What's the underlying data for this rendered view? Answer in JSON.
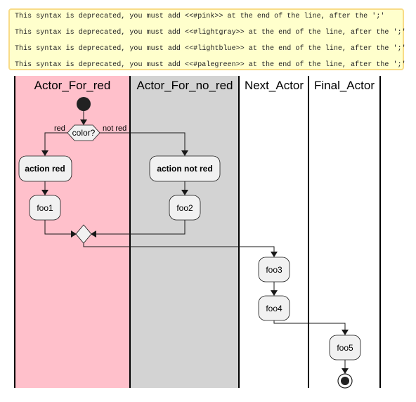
{
  "warnings": [
    "This syntax is deprecated, you must add <<#pink>> at the end of the line, after the ';'",
    "This syntax is deprecated, you must add <<#lightgray>> at the end of the line, after the ';'",
    "This syntax is deprecated, you must add <<#lightblue>> at the end of the line, after the ';'",
    "This syntax is deprecated, you must add <<#palegreen>> at the end of the line, after the ';'"
  ],
  "lanes": [
    {
      "title": "Actor_For_red",
      "color": "#ffc0cb"
    },
    {
      "title": "Actor_For_no_red",
      "color": "#d3d3d3"
    },
    {
      "title": "Next_Actor",
      "color": "#ffffff"
    },
    {
      "title": "Final_Actor",
      "color": "#ffffff"
    }
  ],
  "decision": {
    "label": "color?",
    "yes_branch": "red",
    "no_branch": "not red"
  },
  "actions": {
    "action_red": "action red",
    "action_not_red": "action not red",
    "foo1": "foo1",
    "foo2": "foo2",
    "foo3": "foo3",
    "foo4": "foo4",
    "foo5": "foo5"
  }
}
